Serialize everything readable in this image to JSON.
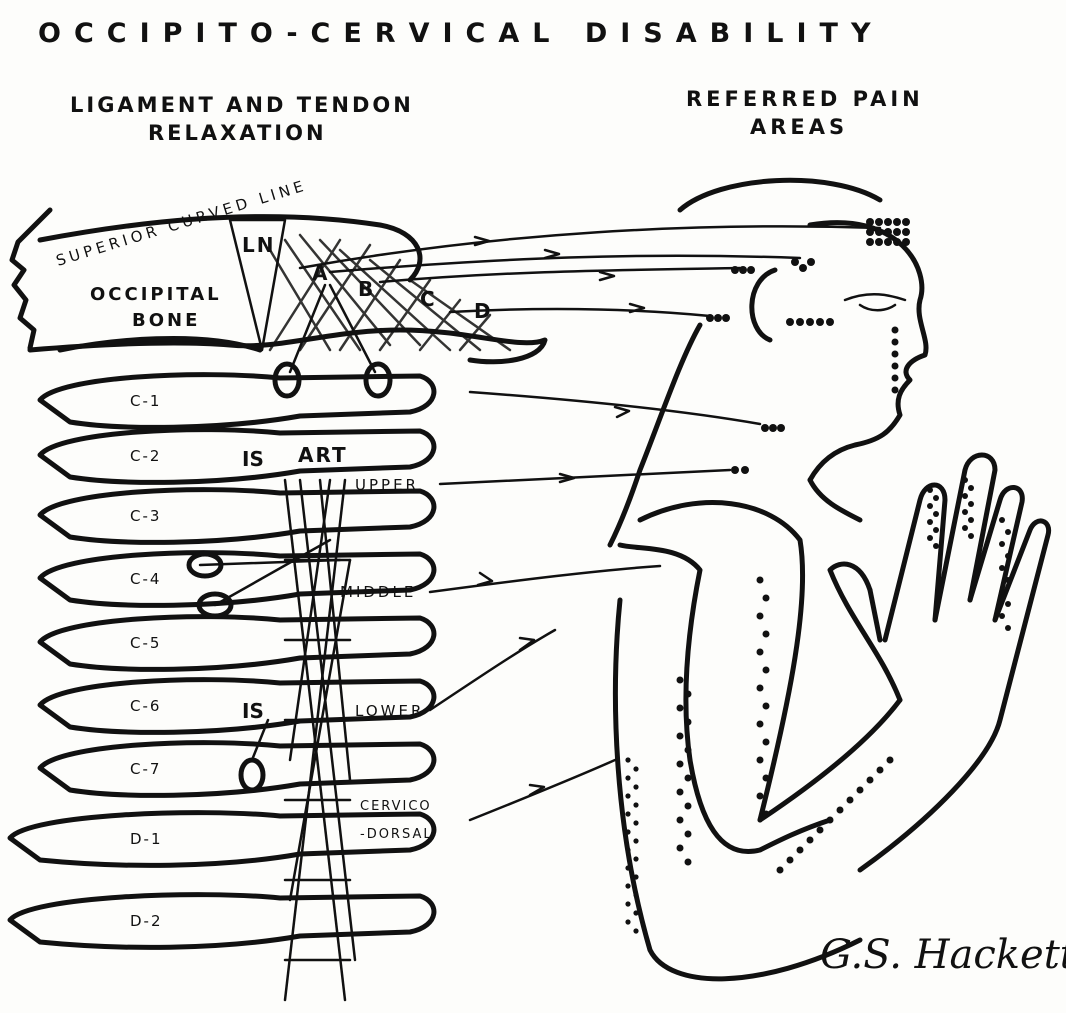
{
  "title": "OCCIPITO-CERVICAL DISABILITY",
  "left_heading": [
    "LIGAMENT AND TENDON",
    "RELAXATION"
  ],
  "right_heading": [
    "REFERRED PAIN",
    "AREAS"
  ],
  "skull_labels": {
    "superior_curved_line": "SUPERIOR CURVED LINE",
    "occipital": "OCCIPITAL",
    "bone": "BONE",
    "ln": "LN",
    "a": "A",
    "b": "B",
    "c": "C",
    "d": "D"
  },
  "vertebrae": [
    {
      "label": "C-1"
    },
    {
      "label": "C-2"
    },
    {
      "label": "C-3"
    },
    {
      "label": "C-4"
    },
    {
      "label": "C-5"
    },
    {
      "label": "C-6"
    },
    {
      "label": "C-7"
    },
    {
      "label": "D-1"
    },
    {
      "label": "D-2"
    }
  ],
  "region_labels": {
    "is_top": "IS",
    "art": "ART",
    "upper": "UPPER",
    "middle": "MIDDLE",
    "is_bottom": "IS",
    "lower": "LOWER",
    "cervico": "CERVICO",
    "dorsal": "-DORSAL"
  },
  "signature": "G.S. Hackett"
}
